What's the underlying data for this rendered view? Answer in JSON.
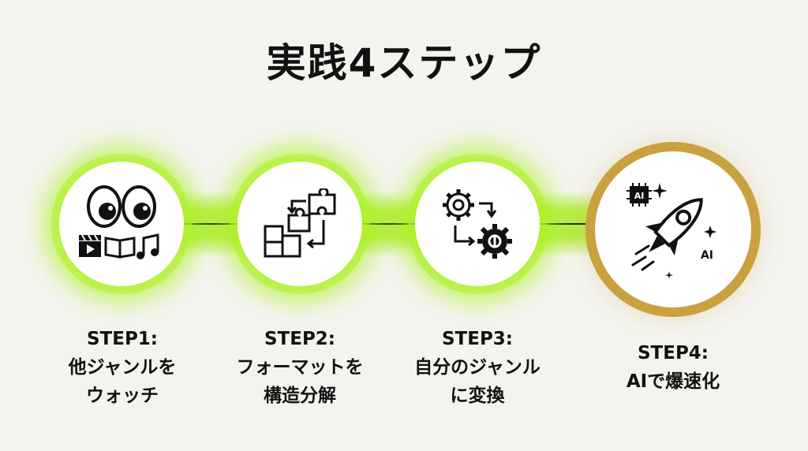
{
  "title": "実践4ステップ",
  "colors": {
    "accent_green": "#aaec28",
    "gold": "#c9a13e",
    "text": "#111111",
    "background": "#f4f4ef"
  },
  "steps": [
    {
      "id": "STEP1:",
      "lines": [
        "他ジャンルを",
        "ウォッチ"
      ],
      "icon": "eyes-media-icon"
    },
    {
      "id": "STEP2:",
      "lines": [
        "フォーマットを",
        "構造分解"
      ],
      "icon": "puzzle-icon"
    },
    {
      "id": "STEP3:",
      "lines": [
        "自分のジャンル",
        "に変換"
      ],
      "icon": "gears-convert-icon"
    },
    {
      "id": "STEP4:",
      "lines": [
        "AIで爆速化"
      ],
      "icon": "rocket-icon",
      "icon_text": "AI"
    }
  ]
}
